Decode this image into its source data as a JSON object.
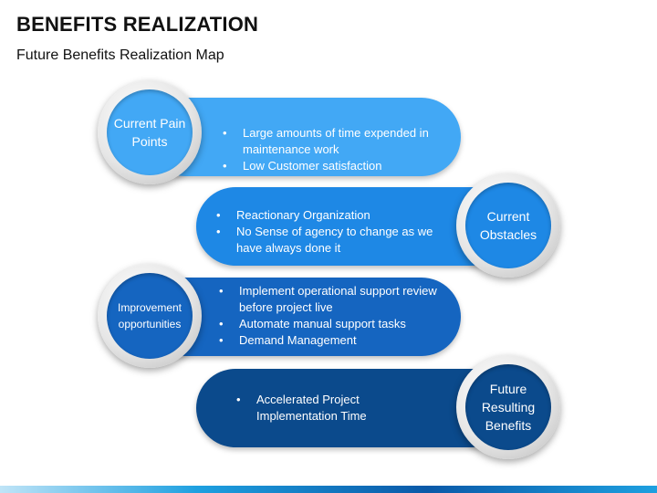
{
  "title": "BENEFITS REALIZATION",
  "subtitle": "Future Benefits Realization Map",
  "rows": [
    {
      "label": "Current Pain Points",
      "color": "#42a8f5",
      "bullets": [
        "Large amounts of time expended in maintenance work",
        "Low Customer satisfaction"
      ]
    },
    {
      "label": "Current Obstacles",
      "color": "#1e88e5",
      "bullets": [
        "Reactionary Organization",
        "No Sense of agency to change as we have always done it"
      ]
    },
    {
      "label": "Improvement opportunities",
      "color": "#1565c0",
      "bullets": [
        "Implement operational support review before project live",
        "Automate manual support tasks",
        "Demand Management"
      ]
    },
    {
      "label": "Future Resulting Benefits",
      "color": "#0b4a8c",
      "bullets": [
        "Accelerated Project Implementation Time"
      ]
    }
  ]
}
